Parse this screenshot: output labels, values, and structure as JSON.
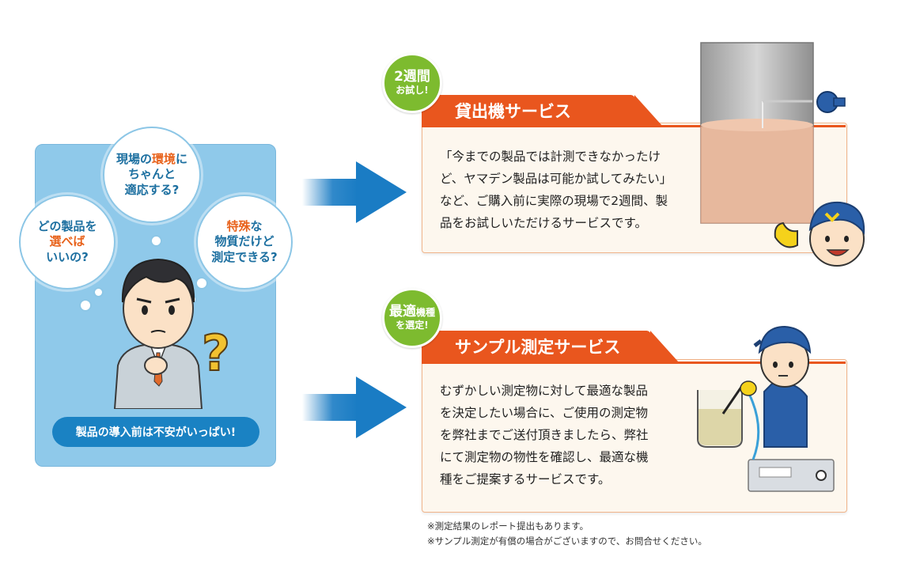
{
  "left_panel": {
    "bubbles": {
      "a": {
        "line1": "どの製品を",
        "line2": "選べば",
        "line3": "いいの?"
      },
      "b": {
        "line1_pre": "現場の",
        "line1_hl": "環境",
        "line1_post": "に",
        "line2": "ちゃんと",
        "line3": "適応する?"
      },
      "c": {
        "line1_hl": "特殊",
        "line1_post": "な",
        "line2": "物質だけど",
        "line3": "測定できる?"
      }
    },
    "banner": "製品の導入前は不安がいっぱい!"
  },
  "services": [
    {
      "badge_big": "2週間",
      "badge_small": "お試し!",
      "title": "貸出機サービス",
      "text": "「今までの製品では計測できなかったけ\nど、ヤマデン製品は可能か試してみたい」\nなど、ご購入前に実際の現場で2週間、製\n品をお試しいただけるサービスです。"
    },
    {
      "badge_big": "最適",
      "badge_big2": "機種",
      "badge_small": "を選定!",
      "title": "サンプル測定サービス",
      "text": "むずかしい測定物に対して最適な製品\nを決定したい場合に、ご使用の測定物\nを弊社までご送付頂きましたら、弊社\nにて測定物の物性を確認し、最適な機\n種をご提案するサービスです。"
    }
  ],
  "notes": [
    "※測定結果のレポート提出もあります。",
    "※サンプル測定が有償の場合がございますので、お問合せください。"
  ],
  "colors": {
    "accent_orange": "#e9561e",
    "badge_green": "#7dbb2f",
    "panel_blue": "#8fc9ea",
    "arrow_blue": "#1a7cc4"
  }
}
